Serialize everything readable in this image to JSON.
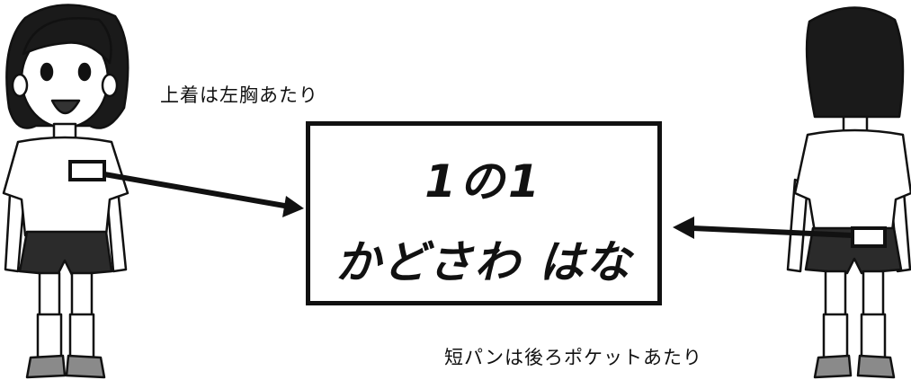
{
  "captions": {
    "top": "上着は左胸あたり",
    "bottom": "短パンは後ろポケットあたり"
  },
  "nametag": {
    "class_label": "1の1",
    "name": "かどさわ はな"
  },
  "figures": [
    {
      "icon": "girl-front-view",
      "view": "front"
    },
    {
      "icon": "girl-back-view",
      "view": "back"
    }
  ],
  "colors": {
    "line": "#111111",
    "shirt": "#ffffff",
    "shorts": "#2b2b2b",
    "skin": "#ffffff",
    "shoes": "#8a8a8a"
  }
}
